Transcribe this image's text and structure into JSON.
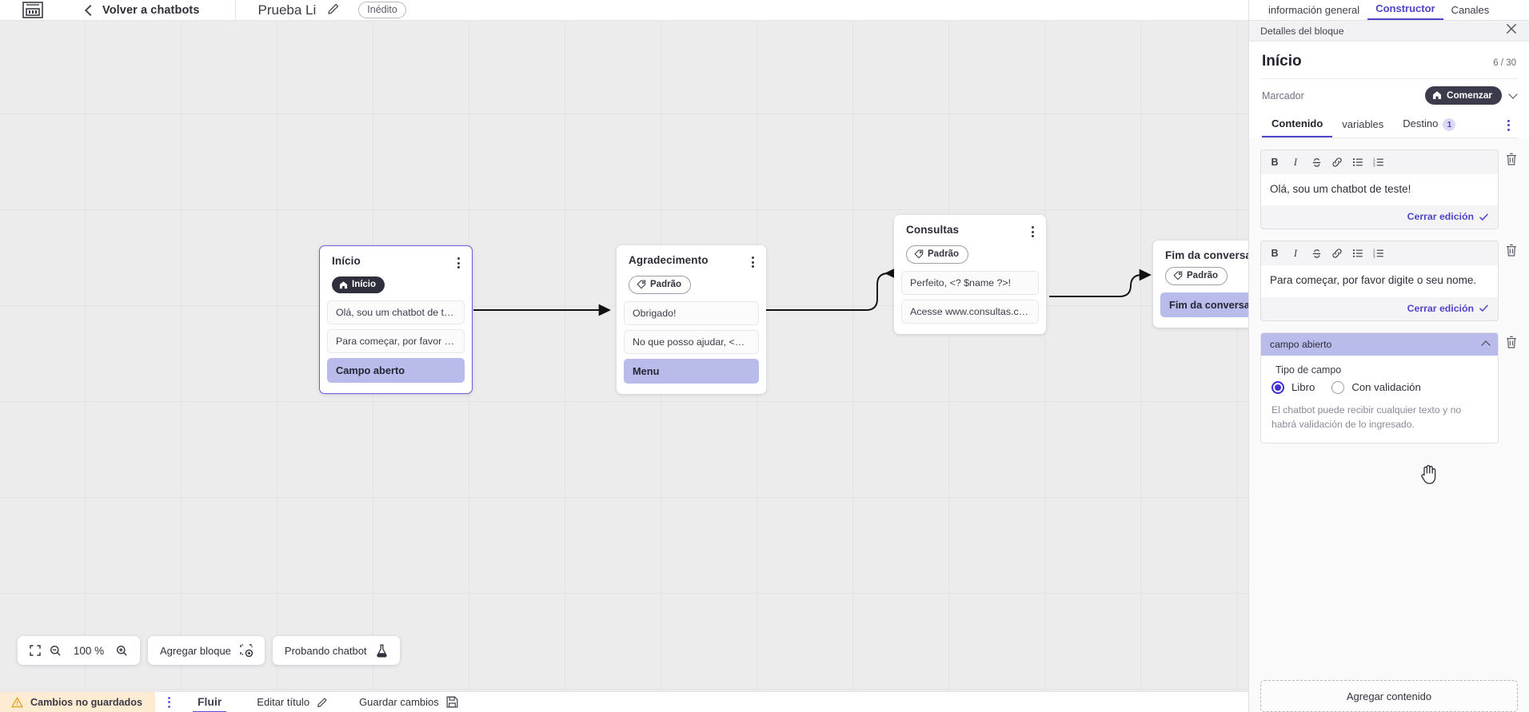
{
  "topbar": {
    "logo_name": "app-logo",
    "back_label": "Volver a chatbots",
    "bot_title": "Prueba Li",
    "edit_icon": "pencil-icon",
    "status_badge": "Inédito"
  },
  "canvas": {
    "nodes": [
      {
        "title": "Início",
        "tag": "Início",
        "tag_type": "start",
        "rows": [
          "Olá, sou um chatbot de teste!",
          "Para começar, por favor digite o ..."
        ],
        "action": "Campo aberto",
        "selected": true
      },
      {
        "title": "Agradecimento",
        "tag": "Padrão",
        "tag_type": "default",
        "rows": [
          "Obrigado!",
          "No que posso ajudar, <? $name ..."
        ],
        "action": "Menu",
        "selected": false
      },
      {
        "title": "Consultas",
        "tag": "Padrão",
        "tag_type": "default",
        "rows": [
          "Perfeito, <? $name ?>!",
          "Acesse www.consultas.com par..."
        ],
        "action": null,
        "selected": false
      },
      {
        "title": "Fim da conversa",
        "tag": "Padrão",
        "tag_type": "default",
        "rows": [],
        "action": "Fim da conversa",
        "selected": false
      }
    ],
    "toolbar": {
      "fit_icon": "fit-screen-icon",
      "zoom_out_icon": "zoom-out-icon",
      "zoom_level": "100 %",
      "zoom_in_icon": "zoom-in-icon",
      "add_block_label": "Agregar bloque",
      "add_block_icon": "add-block-icon",
      "test_label": "Probando chatbot",
      "test_icon": "flask-icon"
    }
  },
  "statusbar": {
    "unsaved_label": "Cambios no guardados",
    "warn_icon": "warning-icon",
    "kebab_icon": "more-options-icon",
    "flow_tab": "Fluir",
    "edit_title_label": "Editar título",
    "edit_title_icon": "pencil-icon",
    "save_label": "Guardar cambios",
    "save_icon": "save-icon"
  },
  "panel": {
    "tabs": [
      {
        "label": "información general",
        "active": false
      },
      {
        "label": "Constructor",
        "active": true
      },
      {
        "label": "Canales",
        "active": false
      }
    ],
    "subheader": "Detalles del bloque",
    "close_icon": "close-icon",
    "block_title": "Início",
    "block_count": "6 / 30",
    "marker_label": "Marcador",
    "marker_pill": "Comenzar",
    "marker_pill_icon": "home-icon",
    "marker_chevron": "chevron-down-icon",
    "sub_tabs": [
      {
        "label": "Contenido",
        "active": true,
        "count": null
      },
      {
        "label": "variables",
        "active": false,
        "count": null
      },
      {
        "label": "Destino",
        "active": false,
        "count": "1"
      }
    ],
    "sub_kebab_icon": "more-options-icon",
    "toolbar_icons": [
      "bold-icon",
      "italic-icon",
      "strikethrough-icon",
      "link-icon",
      "bullet-list-icon",
      "numbered-list-icon"
    ],
    "toolbar_glyphs": [
      "B",
      "I",
      "S",
      "⊘",
      "☰",
      "≡"
    ],
    "editors": [
      {
        "text": "Olá, sou um chatbot de teste!",
        "close_edit": "Cerrar edición",
        "delete_icon": "trash-icon"
      },
      {
        "text": "Para começar, por favor digite o seu nome.",
        "close_edit": "Cerrar edición",
        "delete_icon": "trash-icon"
      }
    ],
    "block_card": {
      "name": "campo abierto",
      "collapse_icon": "chevron-up-icon",
      "delete_icon": "trash-icon",
      "field_type_label": "Tipo de campo",
      "options": [
        {
          "label": "Libro",
          "selected": true
        },
        {
          "label": "Con validación",
          "selected": false
        }
      ],
      "hint": "El chatbot puede recibir cualquier texto y no habrá validación de lo ingresado."
    },
    "add_content_label": "Agregar contenido"
  },
  "colors": {
    "accent": "#4f45c9",
    "action_row": "#b9bbea",
    "canvas_bg": "#ececed",
    "warn_bg": "#fdecd2"
  }
}
